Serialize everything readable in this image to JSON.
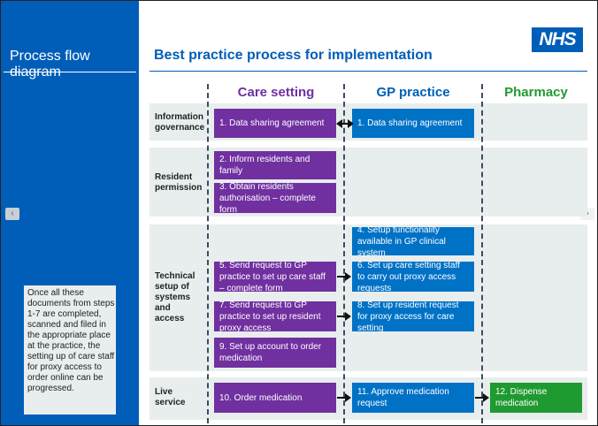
{
  "sidebar": {
    "title": "Process flow diagram",
    "note": "Once all these documents from steps 1-7 are completed, scanned and filed in the appropriate place at the practice, the setting up of care staff for proxy access to order online can be progressed."
  },
  "header": {
    "title": "Best practice process for implementation",
    "logo_text": "NHS"
  },
  "nav": {
    "prev_icon": "‹",
    "next_icon": "›"
  },
  "columns": {
    "care": {
      "label": "Care setting",
      "color": "#7030a0"
    },
    "gp": {
      "label": "GP practice",
      "color": "#005eb8"
    },
    "pharmacy": {
      "label": "Pharmacy",
      "color": "#1f9a31"
    }
  },
  "rows": {
    "info_gov": "Information governance",
    "resident": "Resident permission",
    "technical": "Technical setup of systems and access",
    "live": "Live service"
  },
  "steps": {
    "care_1": "1. Data sharing agreement",
    "gp_1": "1. Data sharing agreement",
    "s2": "2. Inform residents and family",
    "s3": "3. Obtain residents authorisation – complete form",
    "s4": "4. Setup functionality available in GP clinical system",
    "s5": "5. Send request to GP practice to set up care staff – complete form",
    "s6": "6. Set up care setting staff to carry out proxy access requests",
    "s7": "7. Send request to GP practice to set up resident proxy access",
    "s8": "8. Set up resident request for proxy access for care setting",
    "s9": "9. Set up account to order medication",
    "s10": "10. Order medication",
    "s11": "11. Approve medication request",
    "s12": "12. Dispense medication"
  }
}
